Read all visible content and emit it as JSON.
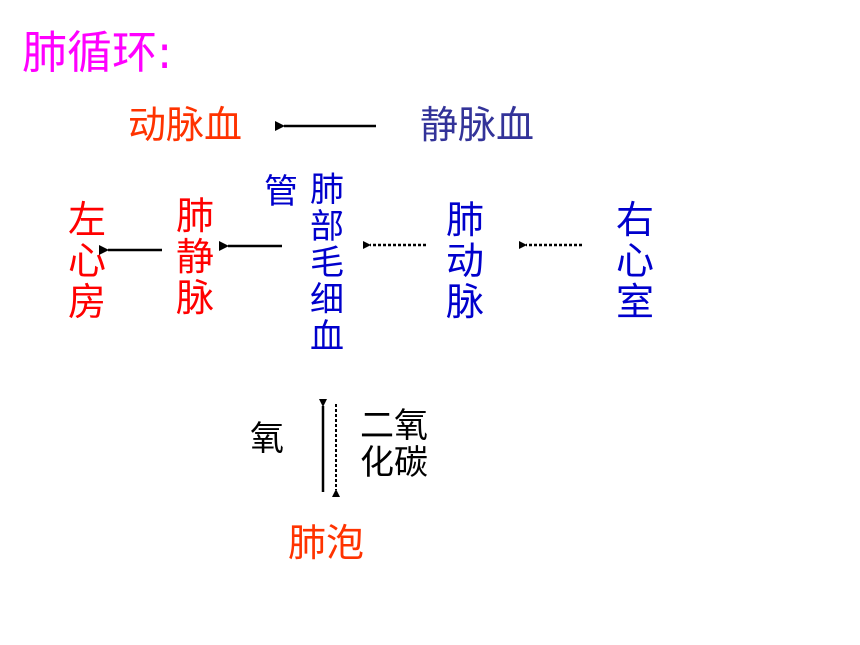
{
  "title": "肺循环:",
  "top_row": {
    "arterial_blood": "动脉血",
    "venous_blood": "静脉血"
  },
  "nodes": {
    "left_atrium": [
      "左",
      "心",
      "房"
    ],
    "pulmonary_vein": [
      "肺",
      "静",
      "脉"
    ],
    "capillary_side_char": "管",
    "capillary": [
      "肺",
      "部",
      "毛",
      "细",
      "血"
    ],
    "pulmonary_artery": [
      "肺",
      "动",
      "脉"
    ],
    "right_ventricle": [
      "右",
      "心",
      "室"
    ]
  },
  "gas_exchange": {
    "oxygen": "氧",
    "co2_line1": "二氧",
    "co2_line2": "化碳"
  },
  "alveoli": "肺泡",
  "colors": {
    "title": "#ff00ff",
    "red": "#ff0000",
    "orange_red": "#ff3300",
    "navy": "#333399",
    "blue": "#0000cc",
    "black": "#000000"
  },
  "icons": {
    "solid_arrow": "arrow-left-solid-icon",
    "dotted_arrow": "arrow-left-dotted-icon",
    "exchange": "arrow-up-solid-down-dotted-icon"
  }
}
